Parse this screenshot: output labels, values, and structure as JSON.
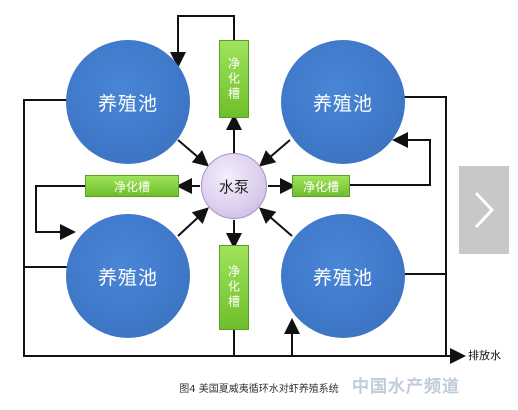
{
  "diagram": {
    "caption": "图4 美国夏威夷循环水对虾养殖系统",
    "ponds": [
      "养殖池",
      "养殖池",
      "养殖池",
      "养殖池"
    ],
    "filters": [
      "净化槽",
      "净化槽",
      "净化槽",
      "净化槽"
    ],
    "pump": "水泵",
    "drain": "排放水",
    "watermark": "中国水产频道"
  },
  "colors": {
    "pond": "#3f78c8",
    "filter": "#7ccb36",
    "pump": "#ddd0ee",
    "line": "#111111"
  },
  "icons": {
    "next": "chevron-right-icon"
  }
}
